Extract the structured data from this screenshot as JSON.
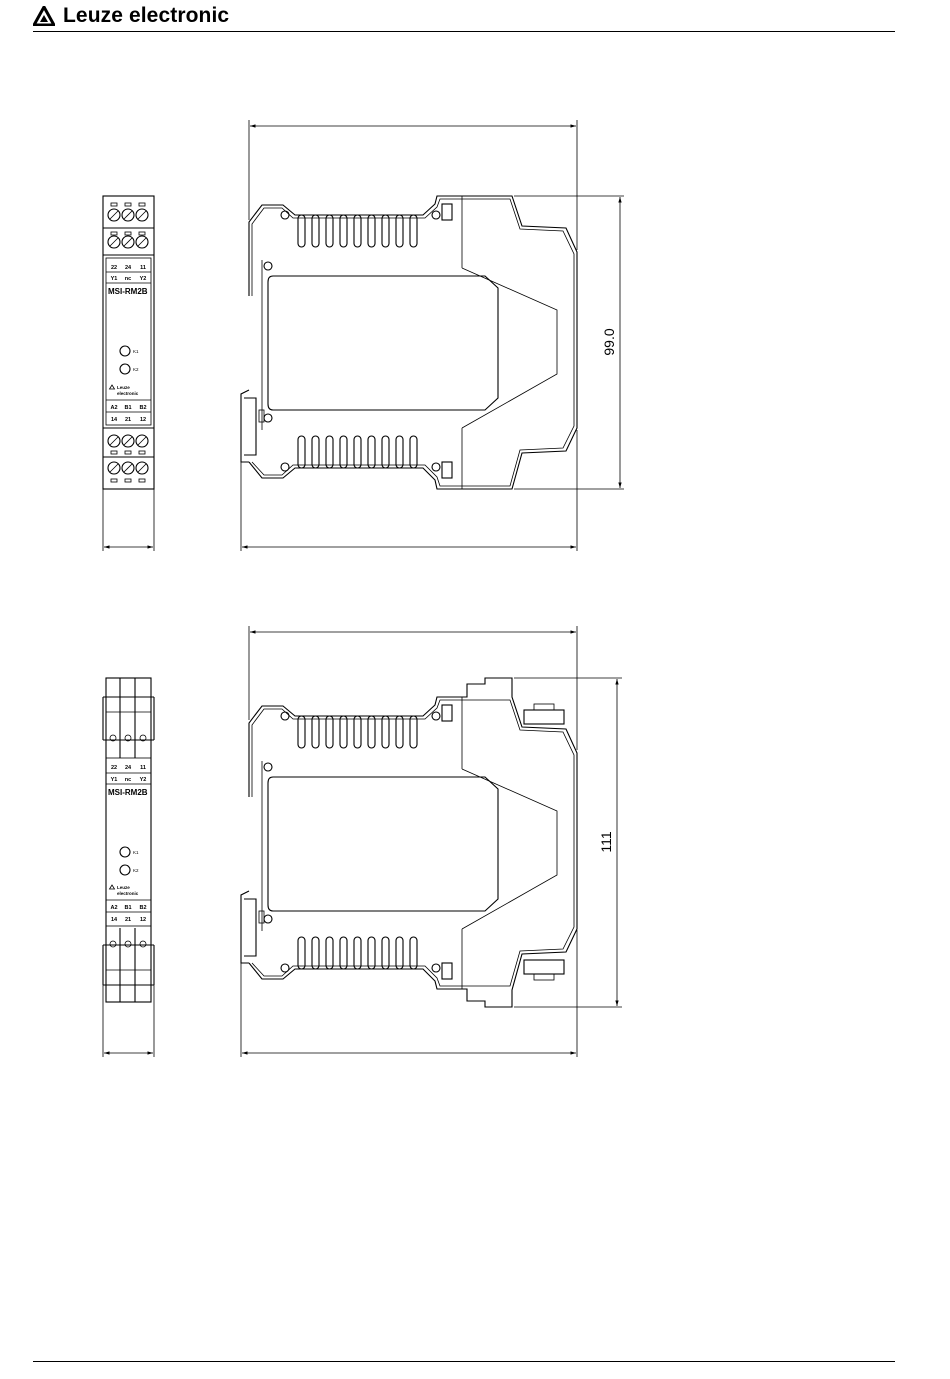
{
  "header": {
    "brand_name": "Leuze electronic",
    "logo_icon": "leuze-triangle-logo-icon"
  },
  "colors": {
    "ink": "#000000",
    "paper": "#ffffff"
  },
  "view_top": {
    "model": "MSI-RM2B",
    "terminals_top_row1": [
      "22",
      "24",
      "11"
    ],
    "terminals_top_row2": [
      "Y1",
      "nc",
      "Y2"
    ],
    "led_k1": "K1",
    "led_k2": "K2",
    "brand_lines": [
      "Leuze",
      "electronic"
    ],
    "terminals_bottom_row1": [
      "A2",
      "B1",
      "B2"
    ],
    "terminals_bottom_row2": [
      "14",
      "21",
      "12"
    ],
    "height_dimension": "99.0"
  },
  "view_bottom": {
    "model": "MSI-RM2B",
    "terminals_top_row1": [
      "22",
      "24",
      "11"
    ],
    "terminals_top_row2": [
      "Y1",
      "nc",
      "Y2"
    ],
    "led_k1": "K1",
    "led_k2": "K2",
    "brand_lines": [
      "Leuze",
      "electronic"
    ],
    "terminals_bottom_row1": [
      "A2",
      "B1",
      "B2"
    ],
    "terminals_bottom_row2": [
      "14",
      "21",
      "12"
    ],
    "height_dimension": "111"
  }
}
